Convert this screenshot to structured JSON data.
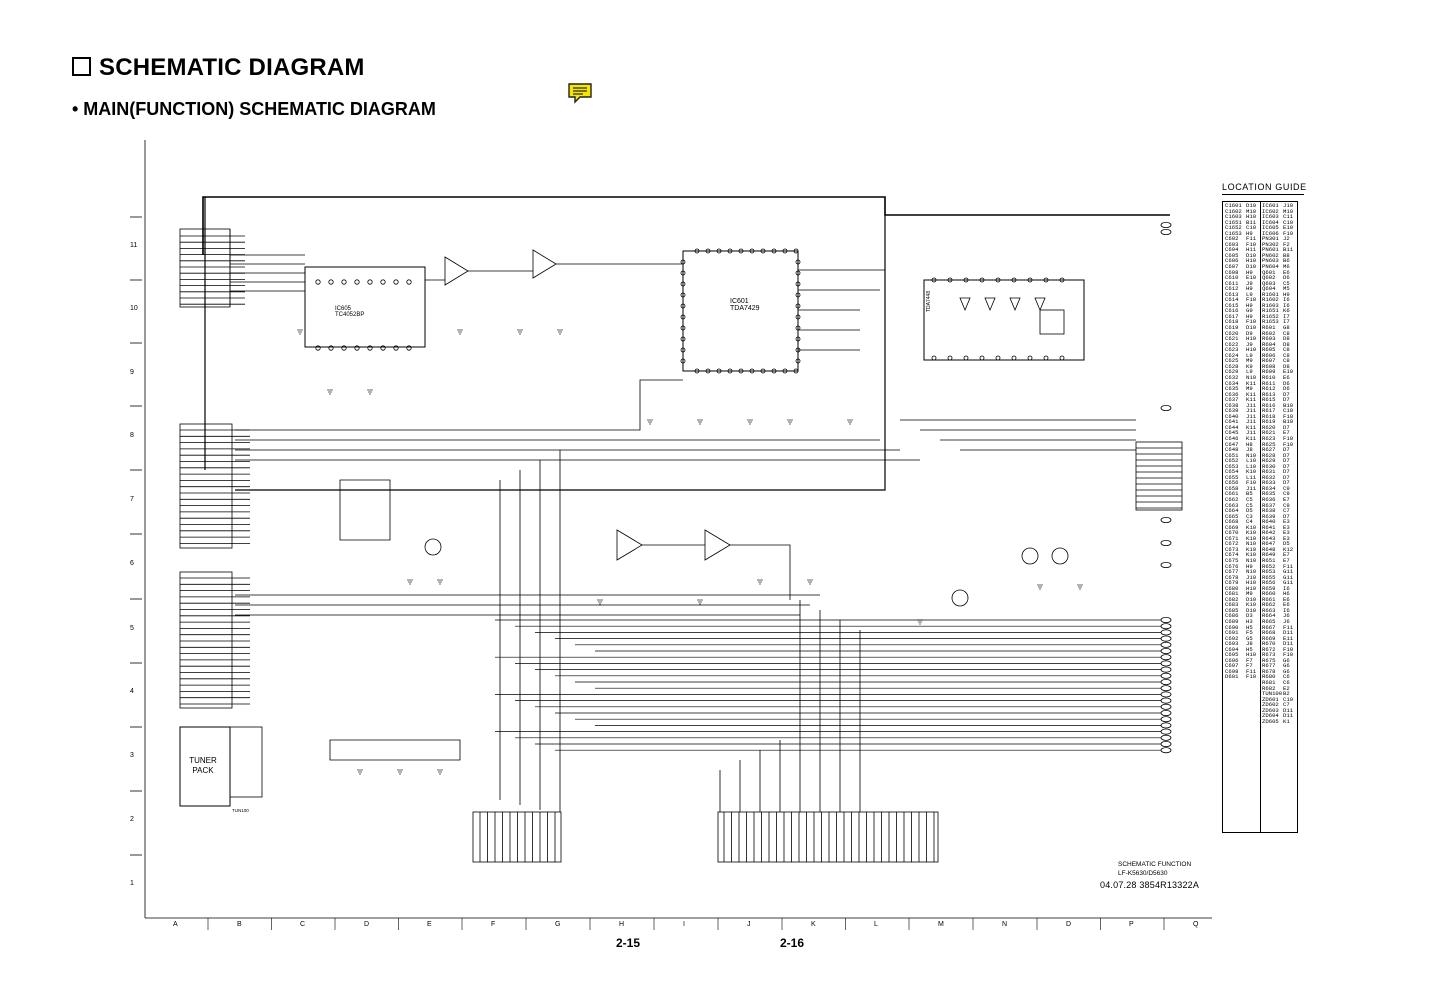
{
  "header": {
    "title": "SCHEMATIC DIAGRAM",
    "subtitle": "• MAIN(FUNCTION) SCHEMATIC DIAGRAM",
    "note_icon": "note-icon"
  },
  "location_guide": {
    "title": "LOCATION GUIDE",
    "columns": [
      [
        "C1601",
        "D10",
        "C1602",
        "M10",
        "C1603",
        "H10",
        "C1651",
        "B11",
        "C1652",
        "C10",
        "C1653",
        "H9",
        "C602",
        "F11",
        "C603",
        "F10",
        "C604",
        "H11",
        "C605",
        "D10",
        "C606",
        "H10",
        "C607",
        "D10",
        "C608",
        "H9",
        "C610",
        "E10",
        "C611",
        "J9",
        "C612",
        "H9",
        "C613",
        "L9",
        "C614",
        "F10",
        "C615",
        "H9",
        "C616",
        "G9",
        "C617",
        "H9",
        "C618",
        "F10",
        "C619",
        "D10",
        "C620",
        "D9",
        "C621",
        "H10",
        "C622",
        "J9",
        "C623",
        "H10",
        "C624",
        "L9",
        "C625",
        "M9",
        "C628",
        "K9",
        "C629",
        "L9",
        "C632",
        "N10",
        "C634",
        "K11",
        "C635",
        "M9",
        "C636",
        "K11",
        "C637",
        "K11",
        "C638",
        "J11",
        "C639",
        "J11",
        "C640",
        "J11",
        "C641",
        "J11",
        "C644",
        "K11",
        "C645",
        "J11",
        "C646",
        "K11",
        "C647",
        "H8",
        "C648",
        "J8",
        "C651",
        "N10",
        "C652",
        "L10",
        "C653",
        "L10",
        "C654",
        "K10",
        "C655",
        "L11",
        "C656",
        "F10",
        "C658",
        "J11",
        "C661",
        "B5",
        "C662",
        "C5",
        "C663",
        "C5",
        "C664",
        "D5",
        "C665",
        "C3",
        "C668",
        "C4",
        "C669",
        "K10",
        "C670",
        "K10",
        "C671",
        "K10",
        "C672",
        "N10",
        "C673",
        "K10",
        "C674",
        "K10",
        "C675",
        "N10",
        "C676",
        "H9",
        "C677",
        "N10",
        "C678",
        "J10",
        "C679",
        "H10",
        "C680",
        "H10",
        "C681",
        "M9",
        "C682",
        "D10",
        "C683",
        "K10",
        "C685",
        "D10",
        "C686",
        "D3",
        "C689",
        "H3",
        "C690",
        "H5",
        "C691",
        "F5",
        "C692",
        "G5",
        "C693",
        "J8",
        "C694",
        "H5",
        "C695",
        "H10",
        "C696",
        "F7",
        "C697",
        "F7",
        "C698",
        "F11",
        "D601",
        "F10"
      ],
      [
        "IC601",
        "J10",
        "IC602",
        "M10",
        "IC603",
        "C11",
        "IC604",
        "C10",
        "IC605",
        "E10",
        "IC606",
        "F10",
        "PN301",
        "J2",
        "PN302",
        "F2",
        "PN601",
        "B11",
        "PN602",
        "B8",
        "PN603",
        "B6",
        "PN604",
        "M6",
        "Q601",
        "E6",
        "Q602",
        "D6",
        "Q603",
        "C5",
        "Q604",
        "M5",
        "R1601",
        "H9",
        "R1602",
        "I6",
        "R1603",
        "I6",
        "R1651",
        "K6",
        "R1652",
        "I7",
        "R1653",
        "I7",
        "R601",
        "G8",
        "R602",
        "C8",
        "R603",
        "D8",
        "R604",
        "D8",
        "R605",
        "C8",
        "R606",
        "C8",
        "R607",
        "C8",
        "R608",
        "D8",
        "R609",
        "E10",
        "R610",
        "E6",
        "R611",
        "D6",
        "R612",
        "D6",
        "R613",
        "D7",
        "R615",
        "D7",
        "R616",
        "B10",
        "R617",
        "C10",
        "R618",
        "F10",
        "R619",
        "B10",
        "R620",
        "D7",
        "R621",
        "E7",
        "R623",
        "F10",
        "R625",
        "F10",
        "R627",
        "D7",
        "R628",
        "D7",
        "R629",
        "D7",
        "R630",
        "D7",
        "R631",
        "D7",
        "R632",
        "D7",
        "R633",
        "D7",
        "R634",
        "C9",
        "R635",
        "C9",
        "R636",
        "E7",
        "R637",
        "C9",
        "R638",
        "C7",
        "R639",
        "D7",
        "R640",
        "E3",
        "R641",
        "E3",
        "R642",
        "E3",
        "R643",
        "E3",
        "R647",
        "D5",
        "R648",
        "K12",
        "R649",
        "E7",
        "R651",
        "E7",
        "R652",
        "F11",
        "R653",
        "G11",
        "R655",
        "G11",
        "R656",
        "G11",
        "R659",
        "I6",
        "R660",
        "H6",
        "R661",
        "E6",
        "R662",
        "E6",
        "R663",
        "I6",
        "R664",
        "J6",
        "R665",
        "J6",
        "R667",
        "F11",
        "R668",
        "D11",
        "R669",
        "E11",
        "R670",
        "D11",
        "R672",
        "F10",
        "R673",
        "F10",
        "R675",
        "G6",
        "R677",
        "G6",
        "R678",
        "G6",
        "R680",
        "C6",
        "R681",
        "C6",
        "R682",
        "E2",
        "TUN100",
        "B2",
        "ZD601",
        "C10",
        "ZD602",
        "C7",
        "ZD603",
        "D11",
        "ZD604",
        "D11",
        "ZD605",
        "K1"
      ]
    ]
  },
  "grid": {
    "columns": [
      "A",
      "B",
      "C",
      "D",
      "E",
      "F",
      "G",
      "H",
      "I",
      "J",
      "K",
      "L",
      "M",
      "N",
      "D",
      "P",
      "Q"
    ],
    "rows": [
      "11",
      "10",
      "9",
      "8",
      "7",
      "6",
      "5",
      "4",
      "3",
      "2",
      "1"
    ]
  },
  "pages": {
    "left": "2-15",
    "right": "2-16"
  },
  "footer": {
    "schematic_name_line1": "SCHEMATIC FUNCTION",
    "schematic_name_line2": "LF-K5630/D5630",
    "doc_number": "04.07.28  3854R13322A"
  },
  "components": {
    "ic601": {
      "ref": "IC601",
      "part": "TDA7429"
    },
    "ic605": {
      "ref": "IC605",
      "part": "TC4052BP"
    },
    "ic602_part": "TDA7448",
    "tuner": {
      "line1": "TUNER",
      "line2": "PACK",
      "ref": "TUN100"
    }
  }
}
